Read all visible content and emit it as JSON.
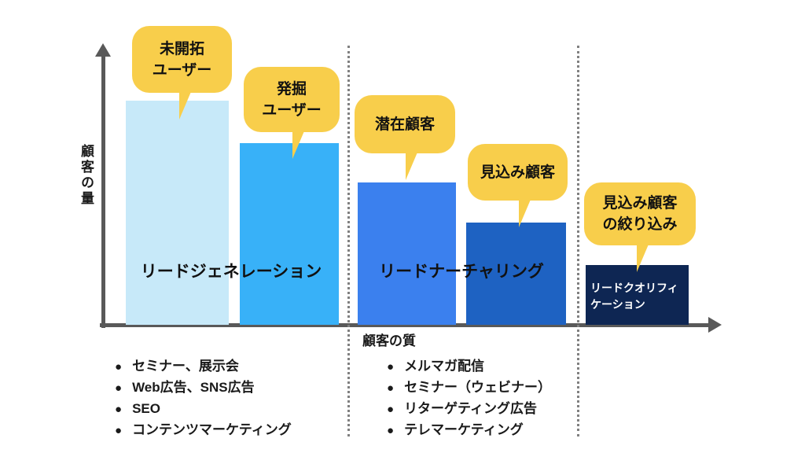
{
  "colors": {
    "bar_untapped": "#C7E9F9",
    "bar_discovered": "#38B1F8",
    "bar_potential": "#3B80EE",
    "bar_prospect": "#1E62C2",
    "bar_qualified": "#0E2653",
    "callout_bg": "#F8CE4B",
    "axis": "#595959",
    "divider": "#808080"
  },
  "axes": {
    "y_label": "顧客の量",
    "x_label": "顧客の質"
  },
  "stages": [
    {
      "label": "リードジェネレーション"
    },
    {
      "label": "リードナーチャリング"
    },
    {
      "label_line1": "リードクオリフィ",
      "label_line2": "ケーション"
    }
  ],
  "callouts": [
    {
      "line1": "未開拓",
      "line2": "ユーザー"
    },
    {
      "line1": "発掘",
      "line2": "ユーザー"
    },
    {
      "line1": "潜在顧客",
      "line2": ""
    },
    {
      "line1": "見込み顧客",
      "line2": ""
    },
    {
      "line1": "見込み顧客",
      "line2": "の絞り込み"
    }
  ],
  "tactics": {
    "lead_generation": [
      "セミナー、展示会",
      "Web広告、SNS広告",
      "SEO",
      "コンテンツマーケティング"
    ],
    "lead_nurturing": [
      "メルマガ配信",
      "セミナー（ウェビナー）",
      "リターゲティング広告",
      "テレマーケティング"
    ]
  },
  "chart_data": {
    "type": "bar",
    "categories": [
      "未開拓ユーザー",
      "発掘ユーザー",
      "潜在顧客",
      "見込み顧客",
      "見込み顧客の絞り込み"
    ],
    "values": [
      100,
      81,
      64,
      46,
      27
    ],
    "title": "",
    "xlabel": "顧客の質",
    "ylabel": "顧客の量",
    "ylim": [
      0,
      100
    ],
    "grid": false,
    "legend": false,
    "notes": "概念図: 値はバー相対高さ(%)。軸に目盛りなし",
    "group_spans": [
      {
        "label": "リードジェネレーション",
        "bars": [
          0,
          1
        ]
      },
      {
        "label": "リードナーチャリング",
        "bars": [
          2,
          3
        ]
      },
      {
        "label": "リードクオリフィケーション",
        "bars": [
          4
        ]
      }
    ]
  }
}
